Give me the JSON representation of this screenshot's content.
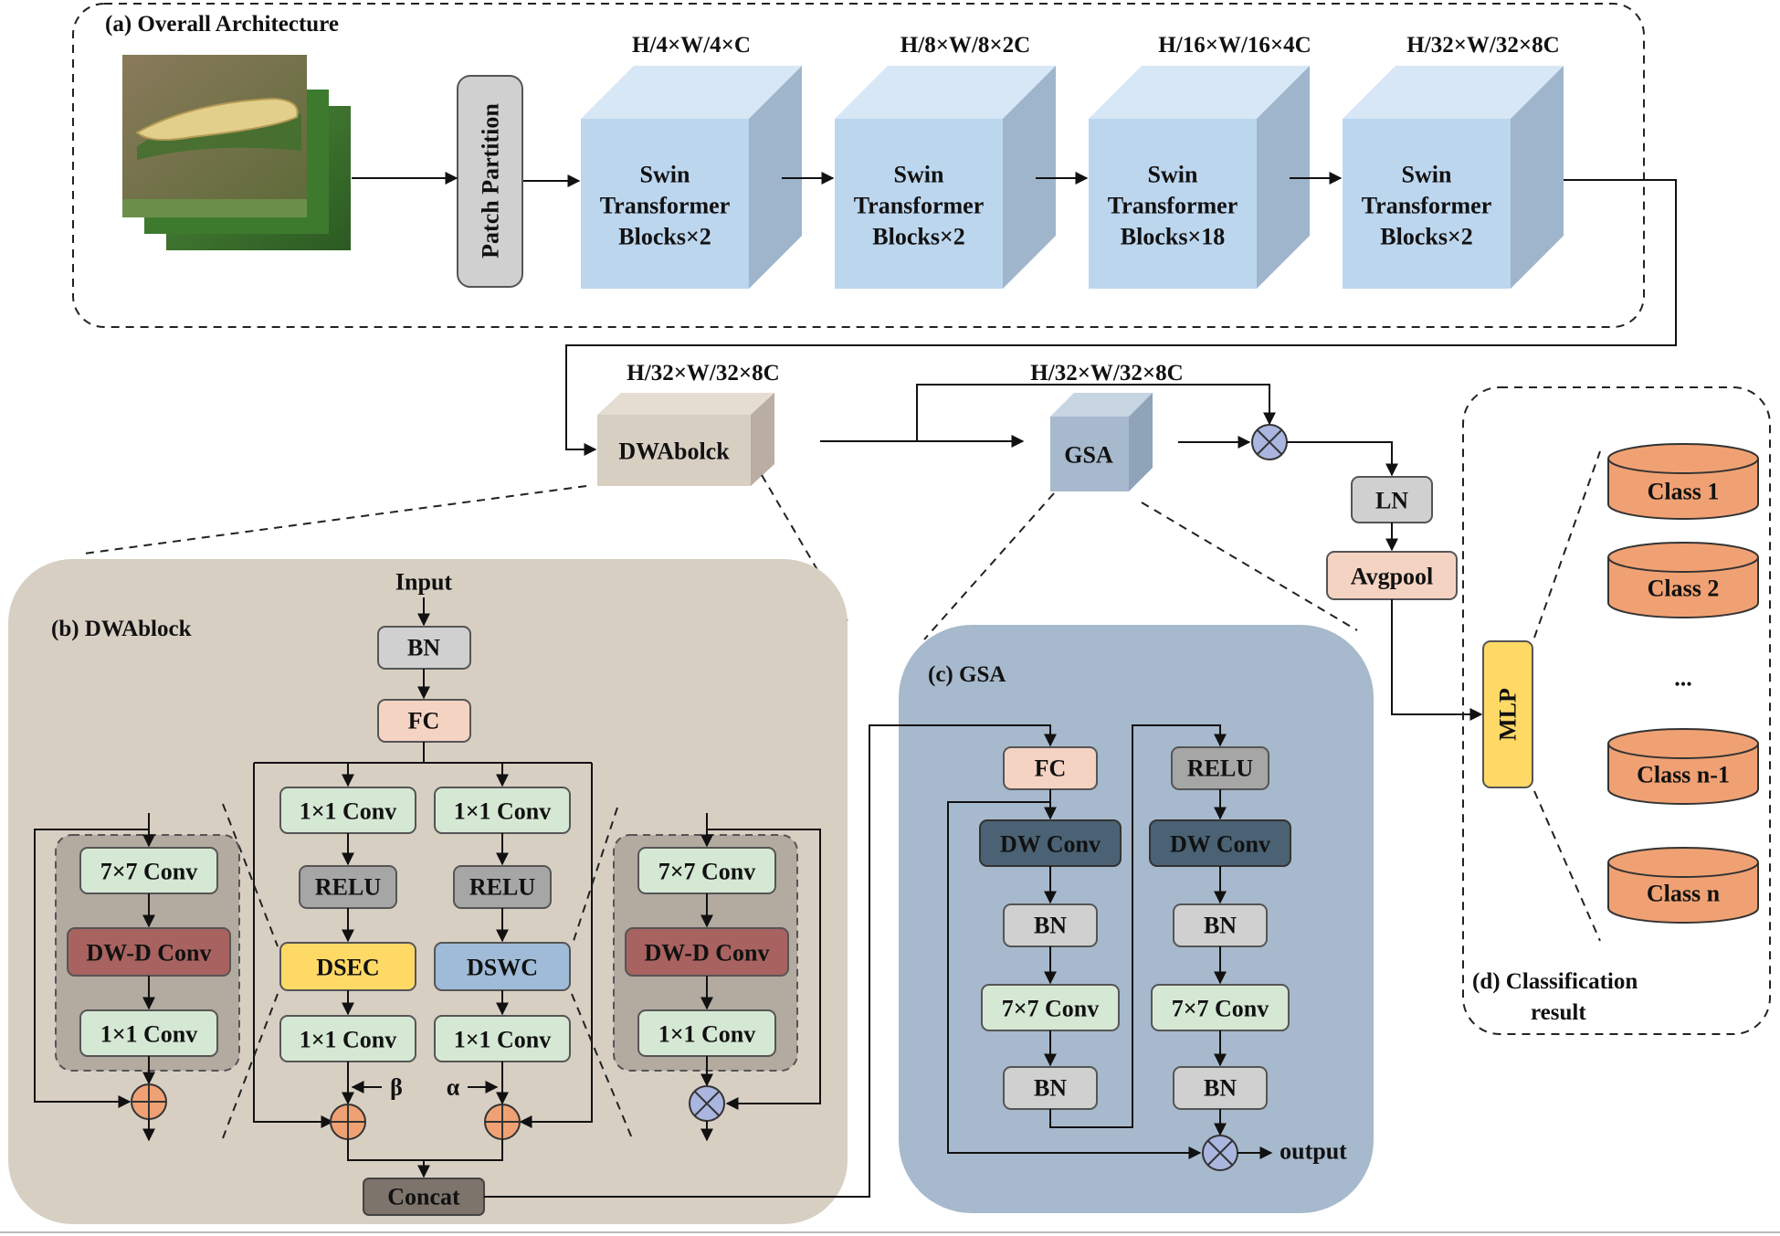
{
  "panel_a": {
    "title": "(a) Overall Architecture",
    "patch_partition": "Patch Partition",
    "stages": [
      {
        "dims": "H/4×W/4×C",
        "l1": "Swin",
        "l2": "Transformer",
        "l3": "Blocks×2"
      },
      {
        "dims": "H/8×W/8×2C",
        "l1": "Swin",
        "l2": "Transformer",
        "l3": "Blocks×2"
      },
      {
        "dims": "H/16×W/16×4C",
        "l1": "Swin",
        "l2": "Transformer",
        "l3": "Blocks×18"
      },
      {
        "dims": "H/32×W/32×8C",
        "l1": "Swin",
        "l2": "Transformer",
        "l3": "Blocks×2"
      }
    ]
  },
  "middle": {
    "dwa_dims": "H/32×W/32×8C",
    "dwa_label": "DWAbolck",
    "gsa_dims": "H/32×W/32×8C",
    "gsa_label": "GSA",
    "ln": "LN",
    "avgpool": "Avgpool",
    "mlp": "MLP"
  },
  "panel_b": {
    "title": "(b) DWAblock",
    "input": "Input",
    "bn": "BN",
    "fc": "FC",
    "conv1x1": "1×1 Conv",
    "relu": "RELU",
    "dsec": "DSEC",
    "dswc": "DSWC",
    "conv7x7": "7×7 Conv",
    "dwd_conv": "DW-D Conv",
    "beta": "β",
    "alpha": "α",
    "concat": "Concat"
  },
  "panel_c": {
    "title": "(c) GSA",
    "fc": "FC",
    "relu": "RELU",
    "dw_conv": "DW Conv",
    "bn": "BN",
    "conv7x7": "7×7 Conv",
    "output": "output"
  },
  "panel_d": {
    "title_line1": "(d) Classification",
    "title_line2": "result",
    "classes": [
      "Class 1",
      "Class 2",
      "Class n-1",
      "Class n"
    ],
    "ellipsis": "..."
  },
  "colors": {
    "cube_front": "#bcd6ee",
    "cube_top": "#d7e7f6",
    "cube_side": "#9eb5cc",
    "panel_b_bg": "#d8cfc3",
    "panel_c_bg": "#a7b9cc",
    "green": "#d5e8d4",
    "gray": "#a6a6a6",
    "light_gray": "#d0d0d0",
    "peach": "#f4d3c2",
    "yellow": "#ffd966",
    "blue": "#9fbbd8",
    "maroon": "#a8625f",
    "dark_slate": "#4a6273",
    "orange": "#f0a173",
    "lavender": "#aab6df"
  }
}
